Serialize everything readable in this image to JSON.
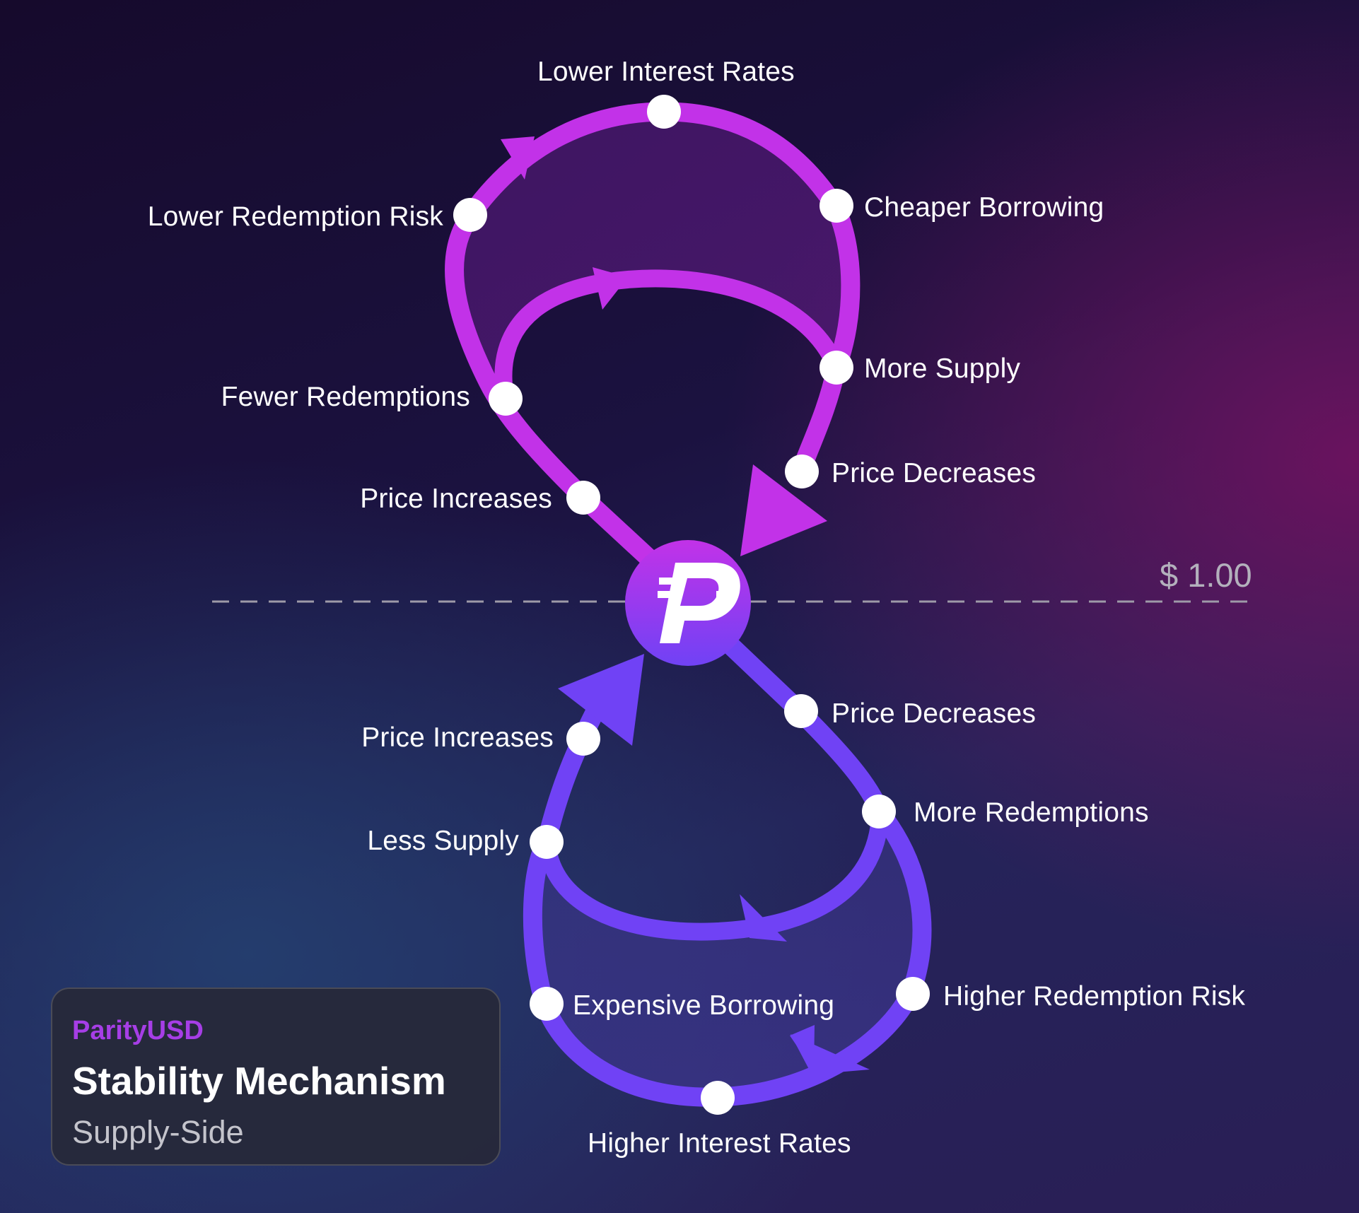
{
  "card": {
    "brand": "ParityUSD",
    "title": "Stability Mechanism",
    "subtitle": "Supply-Side"
  },
  "peg": {
    "label": "$ 1.00"
  },
  "center_icon": "parity-p-logo-icon",
  "colors": {
    "upper_loop": "#c232e8",
    "lower_loop": "#7042f5",
    "node": "#ffffff",
    "card_brand": "#a63ee6",
    "peg_line": "#9e9aa8"
  },
  "upper_loop": {
    "outer_nodes": [
      {
        "label": "Lower Interest Rates"
      },
      {
        "label": "Cheaper Borrowing"
      },
      {
        "label": "More Supply"
      },
      {
        "label": "Price Decreases"
      },
      {
        "label": "Lower Redemption Risk"
      },
      {
        "label": "Fewer Redemptions"
      },
      {
        "label": "Price Increases"
      }
    ]
  },
  "lower_loop": {
    "nodes": [
      {
        "label": "Price Decreases"
      },
      {
        "label": "More Redemptions"
      },
      {
        "label": "Higher Redemption Risk"
      },
      {
        "label": "Higher Interest Rates"
      },
      {
        "label": "Expensive Borrowing"
      },
      {
        "label": "Less Supply"
      },
      {
        "label": "Price Increases"
      }
    ]
  }
}
